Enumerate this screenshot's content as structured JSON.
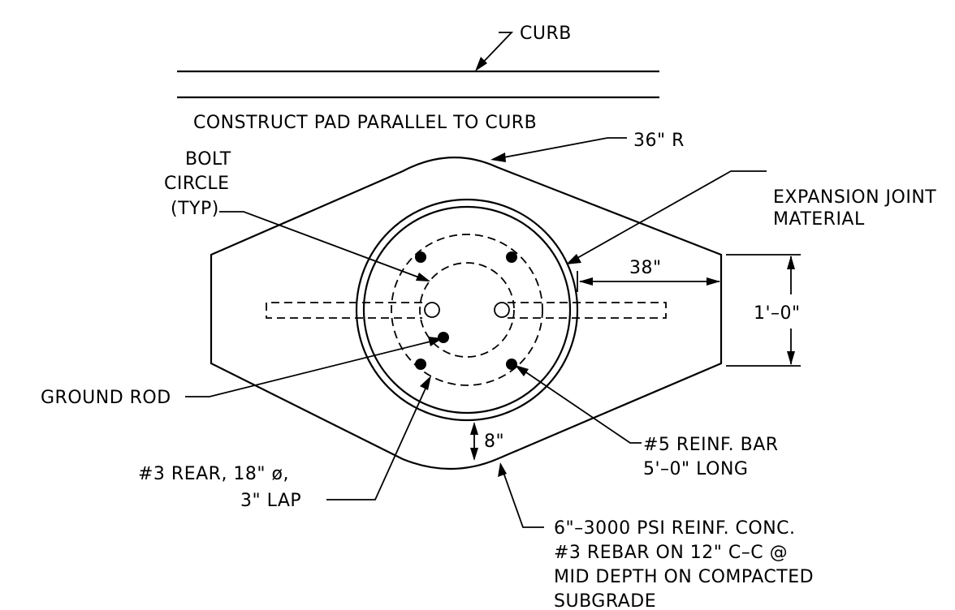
{
  "labels": {
    "curb": "CURB",
    "construct_note": "CONSTRUCT PAD PARALLEL TO CURB",
    "radius": "36\" R",
    "bolt_circle": [
      "BOLT",
      "CIRCLE",
      "(TYP)"
    ],
    "expansion_joint": [
      "EXPANSION JOINT",
      "MATERIAL"
    ],
    "dim_38": "38\"",
    "dim_1ft": "1'–0\"",
    "ground_rod": "GROUND ROD",
    "reinf_bar": [
      "#5 REINF. BAR",
      "5'–0\" LONG"
    ],
    "dim_8": "8\"",
    "rebar_3": [
      "#3 REAR, 18\" ø,",
      "3\" LAP"
    ],
    "concrete_note": [
      "6\"–3000 PSI REINF. CONC.",
      "#3 REBAR ON 12\" C–C @",
      "MID DEPTH ON COMPACTED",
      "SUBGRADE"
    ]
  }
}
